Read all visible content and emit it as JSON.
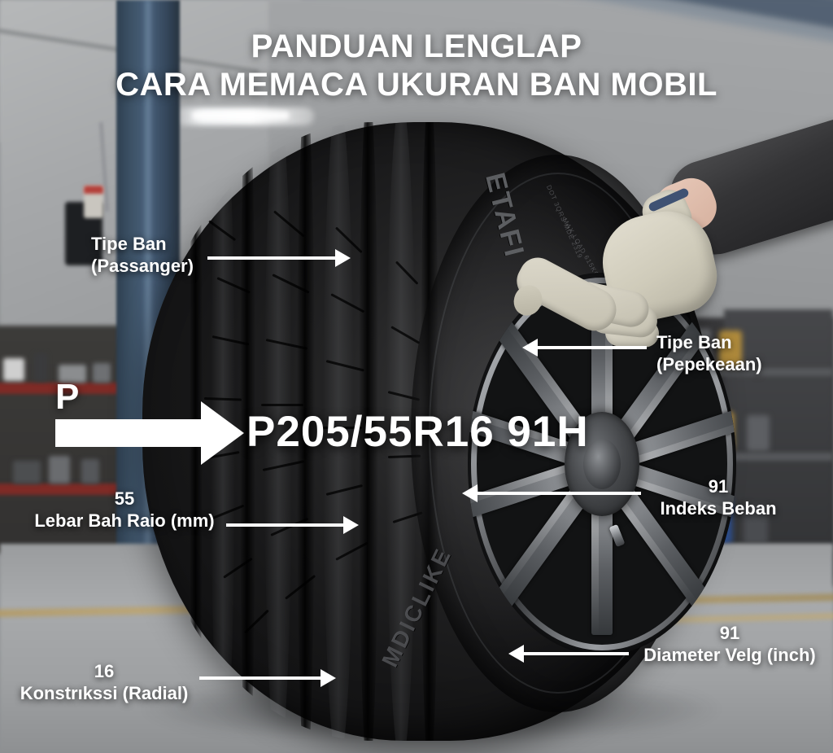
{
  "title": {
    "line1": "PANDUAN LENGLAP",
    "line2": "CARA MEMACA UKURAN BAN MOBIL"
  },
  "tire_code": {
    "full": "P205/55R16 91H",
    "prefix_marker": "P"
  },
  "tire_sidewall": {
    "brand": "ETAFI",
    "lower_text": "MDICLIKE"
  },
  "callouts": [
    {
      "id": "tipe-ban-passanger",
      "number": "",
      "name": "Tipe Ban",
      "detail": "(Passanger)",
      "arrow": "right"
    },
    {
      "id": "tipe-ban-pepekeaan",
      "number": "",
      "name": "Tipe Ban",
      "detail": "(Pepekeaan)",
      "arrow": "left"
    },
    {
      "id": "lebar-bah-raio",
      "number": "55",
      "name": "Lebar Bah Raio (mm)",
      "detail": "",
      "arrow": "right"
    },
    {
      "id": "indeks-beban",
      "number": "91",
      "name": "Indeks Beban",
      "detail": "",
      "arrow": "left"
    },
    {
      "id": "diameter-velg",
      "number": "91",
      "name": "Diameter Velg (inch)",
      "detail": "",
      "arrow": "left"
    },
    {
      "id": "konstrikssi-radial",
      "number": "16",
      "name": "Konstrıkssi (Radial)",
      "detail": "",
      "arrow": "right"
    }
  ],
  "colors": {
    "text": "#ffffff",
    "arrow": "#ffffff",
    "lift_post": "#3c5165",
    "floor": "#a0a2a4",
    "tire": "#1a1a1b",
    "glove": "#d8d4c5",
    "glove_band": "#3f5273",
    "shelf_rail": "#7e2b26"
  }
}
